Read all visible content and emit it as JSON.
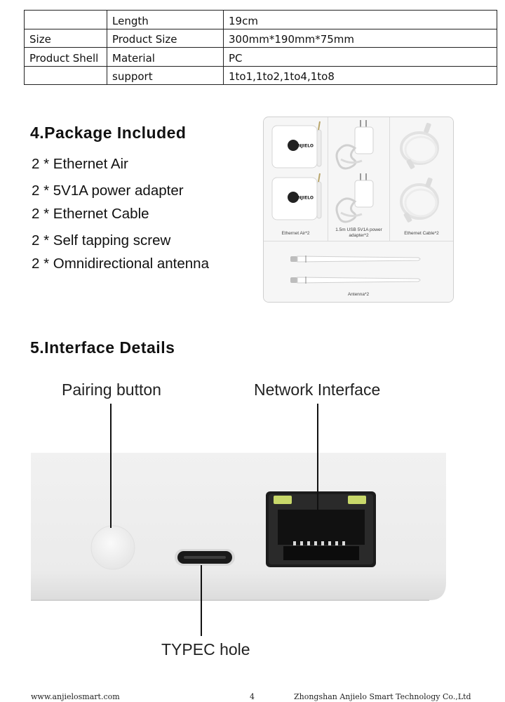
{
  "spec_table": {
    "rows": [
      {
        "col1": "",
        "col2": "Length",
        "col3": "19cm"
      },
      {
        "col1": "Size",
        "col2": "Product Size",
        "col3": "300mm*190mm*75mm"
      },
      {
        "col1": "Product Shell",
        "col2": "Material",
        "col3": "PC"
      },
      {
        "col1": "",
        "col2": "support",
        "col3": "1to1,1to2,1to4,1to8"
      }
    ]
  },
  "package": {
    "title": "4.Package Included",
    "items": [
      "2 * Ethernet Air",
      "2 * 5V1A power adapter",
      "2 * Ethernet Cable",
      "2 *  Self tapping screw",
      "2 * Omnidirectional antenna"
    ],
    "image": {
      "brand": "ANJIELO",
      "captions": {
        "ethernet_air": "Ethernet Air*2",
        "adapter": "1.5m USB 5V1A power adapter*2",
        "cable": "Ethernet Cable*2",
        "antenna": "Antenna*2"
      }
    }
  },
  "interface": {
    "title": "5.Interface Details",
    "callouts": {
      "pairing": "Pairing button",
      "network": "Network Interface",
      "typec": "TYPEC hole"
    }
  },
  "footer": {
    "website": "www.anjielosmart.com",
    "page": "4",
    "company": "Zhongshan Anjielo Smart Technology Co.,Ltd"
  }
}
